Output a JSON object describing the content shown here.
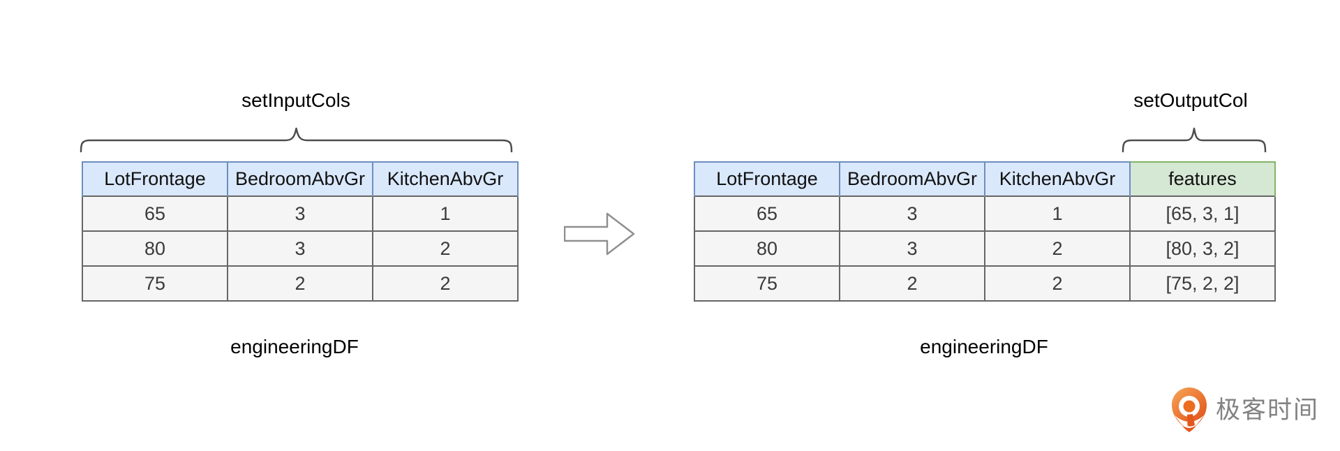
{
  "left_panel": {
    "annotation": "setInputCols",
    "caption": "engineeringDF",
    "table": {
      "headers": [
        "LotFrontage",
        "BedroomAbvGr",
        "KitchenAbvGr"
      ],
      "rows": [
        [
          "65",
          "3",
          "1"
        ],
        [
          "80",
          "3",
          "2"
        ],
        [
          "75",
          "2",
          "2"
        ]
      ]
    }
  },
  "right_panel": {
    "annotation": "setOutputCol",
    "caption": "engineeringDF",
    "table": {
      "headers": [
        "LotFrontage",
        "BedroomAbvGr",
        "KitchenAbvGr",
        "features"
      ],
      "highlighted_column": "features",
      "rows": [
        [
          "65",
          "3",
          "1",
          "[65, 3, 1]"
        ],
        [
          "80",
          "3",
          "2",
          "[80, 3, 2]"
        ],
        [
          "75",
          "2",
          "2",
          "[75, 2, 2]"
        ]
      ]
    }
  },
  "branding": {
    "logo_text": "极客时间"
  },
  "colors": {
    "blue_header_fill": "#dae8fc",
    "blue_header_border": "#6c8ebf",
    "green_header_fill": "#d5e8d4",
    "green_header_border": "#82b366",
    "cell_fill": "#f5f5f5",
    "cell_border": "#666666",
    "brace_stroke": "#4d4d4d",
    "arrow_stroke": "#8f8f8f",
    "logo_orange": "#ED6A1C",
    "logo_text_gray": "#828282"
  }
}
